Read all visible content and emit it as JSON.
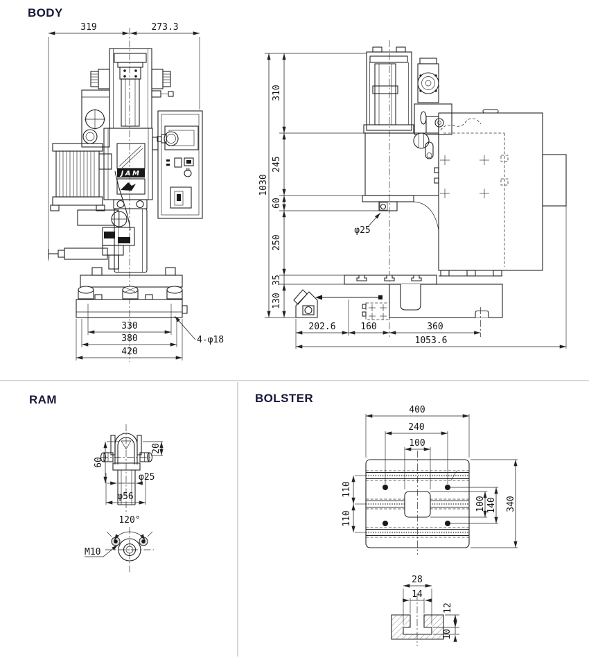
{
  "headings": {
    "body": "BODY",
    "ram": "RAM",
    "bolster": "BOLSTER"
  },
  "body_front": {
    "logo": "JAM",
    "dims": {
      "left_width": "319",
      "right_width": "273.3",
      "bolt_span": "330",
      "base_inner": "380",
      "base_width": "420",
      "holes_note": "4-φ18"
    }
  },
  "body_side": {
    "dims": {
      "head_height": "310",
      "upper_frame": "245",
      "guide_height": "60",
      "throat": "250",
      "table_plate": "35",
      "base_height": "130",
      "total_height": "1030",
      "ram_diameter": "φ25",
      "pedal_depth": "202.6",
      "pedal_to_center": "160",
      "center_to_rear": "360",
      "total_depth": "1053.6"
    }
  },
  "ram": {
    "dims": {
      "clevis_height": "60",
      "pin_offset": "20",
      "bore": "φ25",
      "shaft": "φ56",
      "screw_angle": "120°",
      "screw_thread": "M10"
    }
  },
  "bolster": {
    "dims": {
      "width": "400",
      "bolt_span_x": "240",
      "slot_span": "100",
      "pitch_upper": "110",
      "pitch_lower": "110",
      "opening": "100",
      "bolt_span_y": "140",
      "depth": "340",
      "tslot_width": "28",
      "tslot_neck": "14",
      "tslot_neck_depth": "12",
      "tslot_depth": "10"
    }
  }
}
